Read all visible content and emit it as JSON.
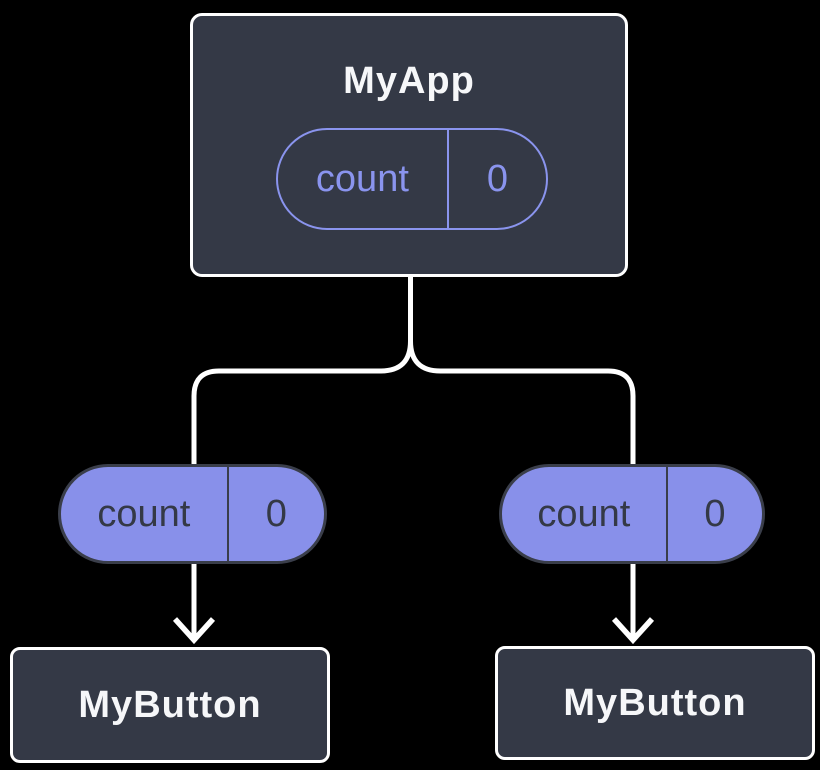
{
  "diagram": {
    "description": "Component tree: parent state passed down as props to two children",
    "background_color": "#000000",
    "colors": {
      "node_fill": "#343946",
      "node_border": "#FFFFFF",
      "node_text": "#F6F7F9",
      "state_pill_outline": "#8A94EE",
      "state_pill_text": "#8A94EE",
      "prop_pill_fill": "#8890EA",
      "prop_pill_border": "#3A3E4A",
      "prop_pill_text": "#343946",
      "connector": "#FFFFFF"
    },
    "root": {
      "title": "MyApp",
      "state": {
        "label": "count",
        "value": "0"
      }
    },
    "children": [
      {
        "prop": {
          "label": "count",
          "value": "0"
        },
        "node": {
          "title": "MyButton"
        }
      },
      {
        "prop": {
          "label": "count",
          "value": "0"
        },
        "node": {
          "title": "MyButton"
        }
      }
    ],
    "icons": {
      "arrow_down": "arrow-down-icon"
    }
  }
}
